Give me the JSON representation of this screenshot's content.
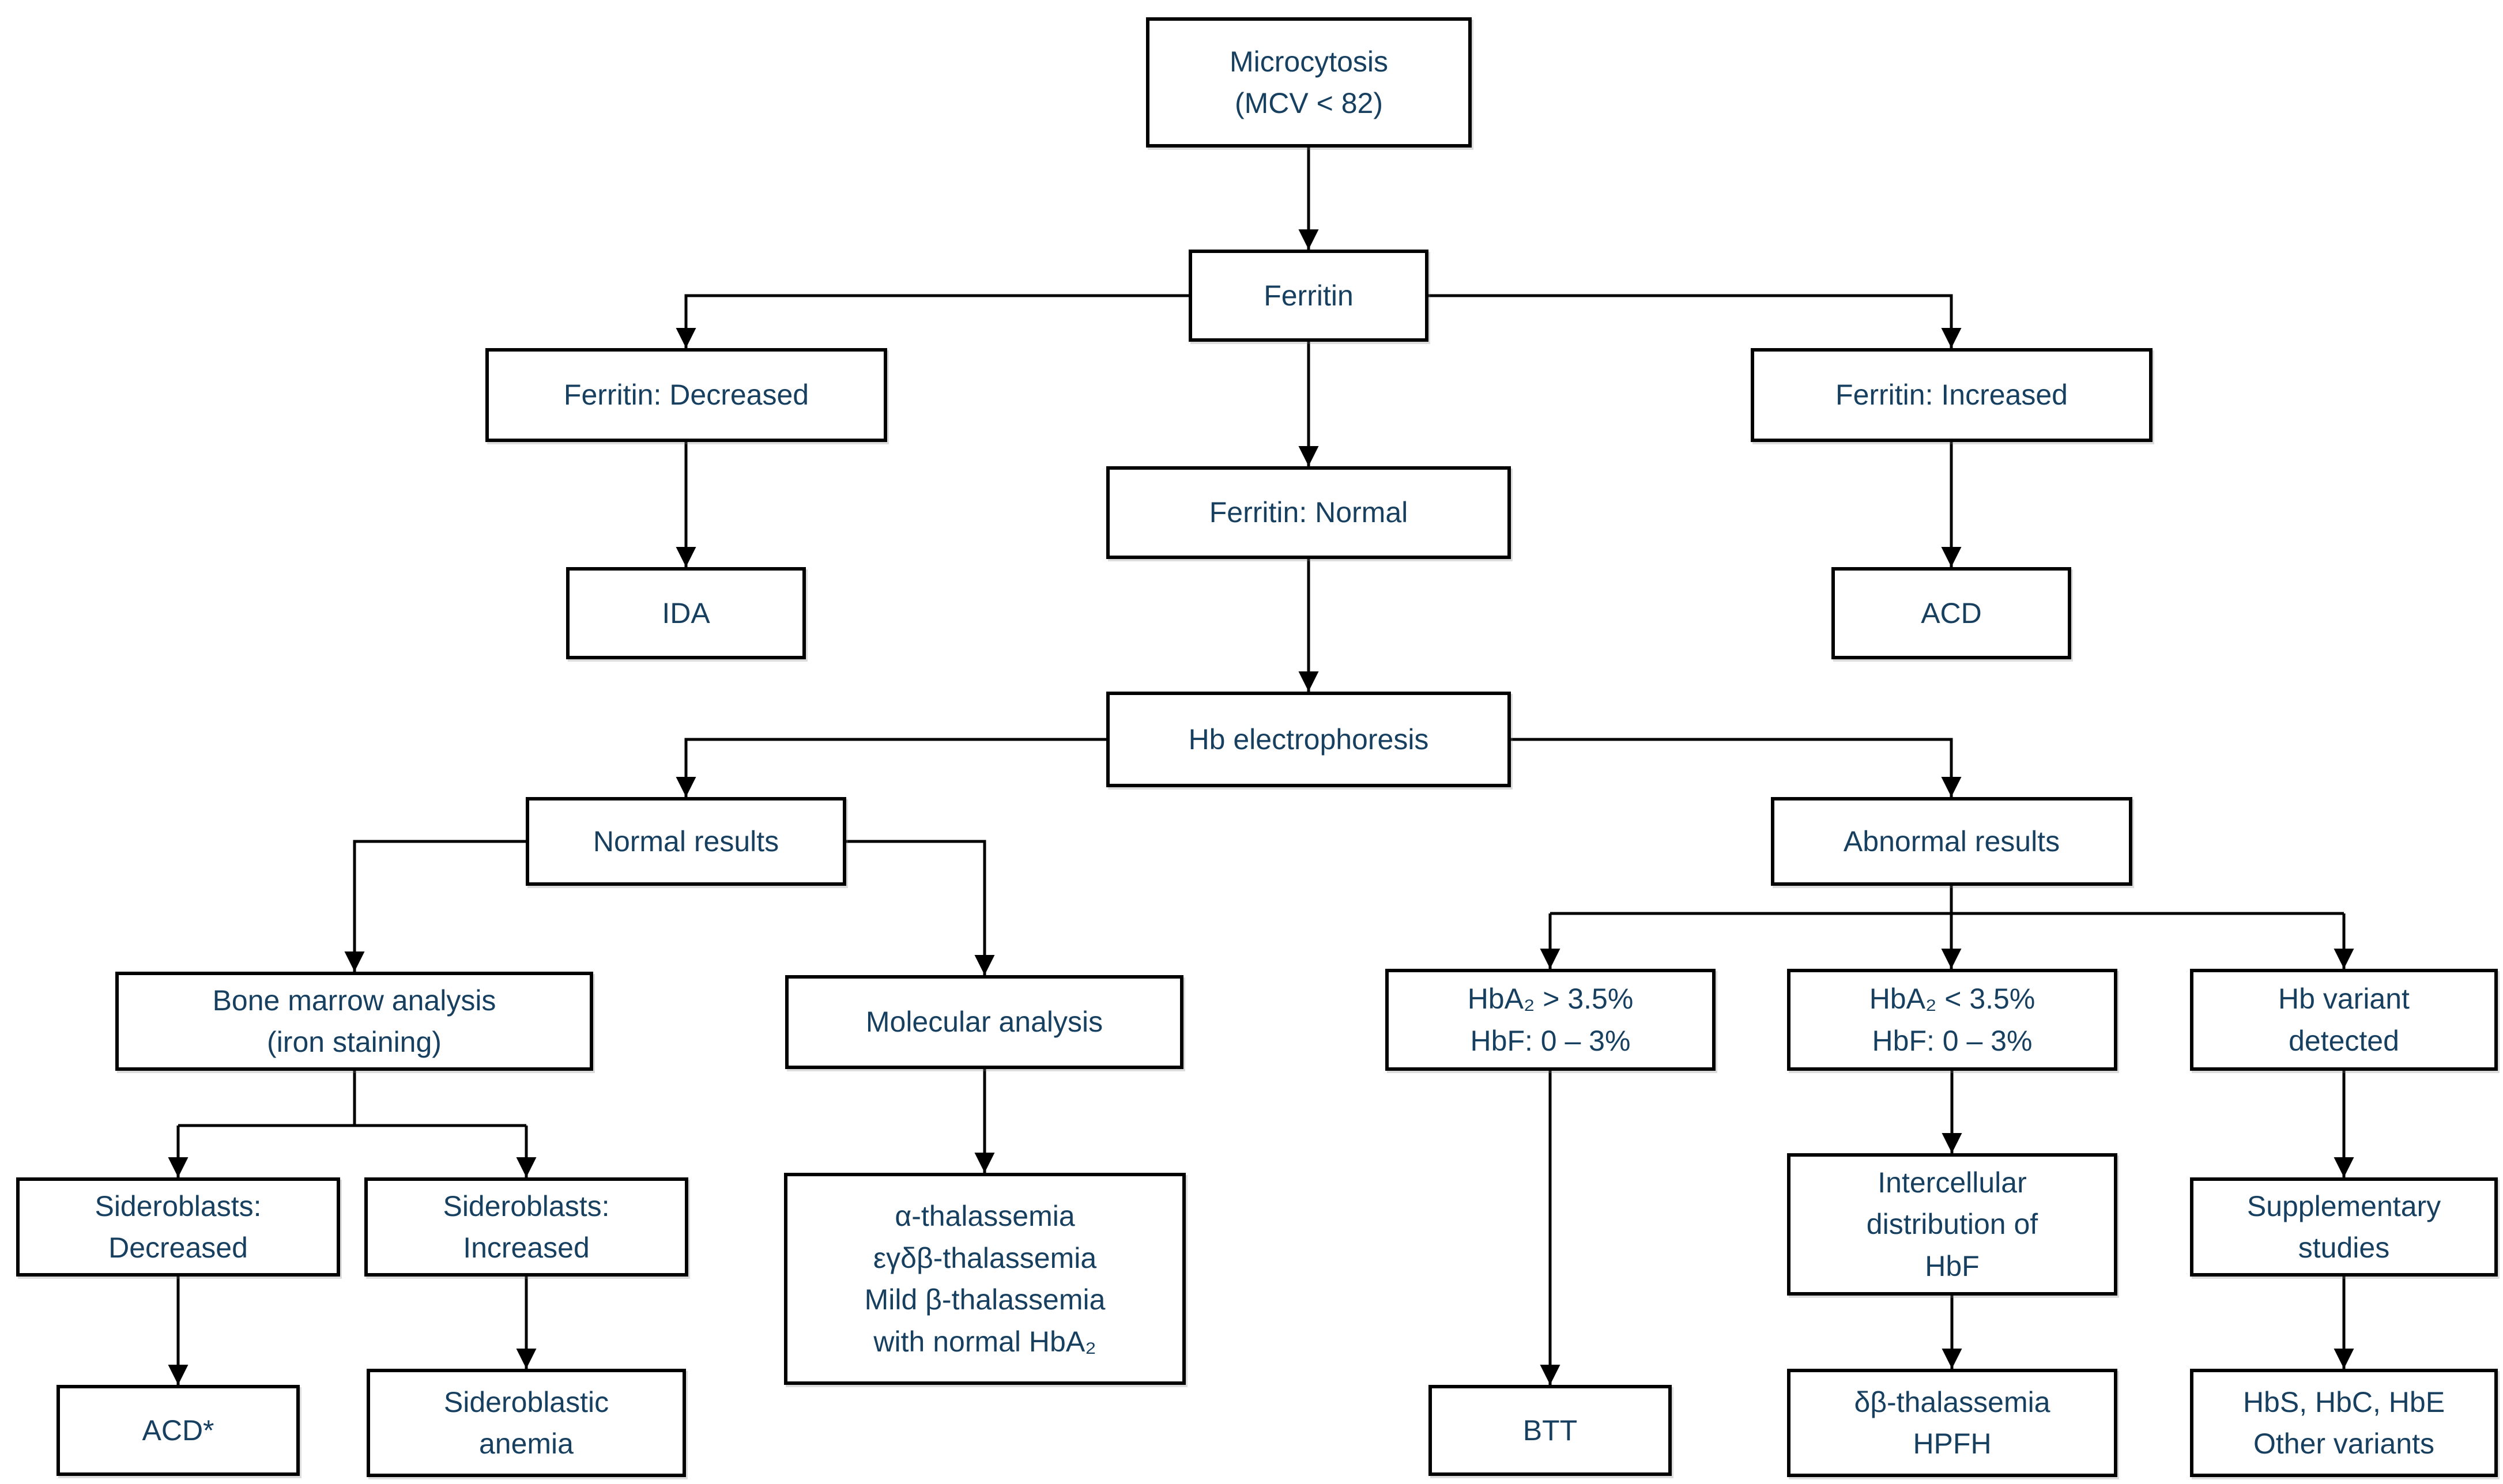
{
  "diagram": {
    "type": "flowchart",
    "colors": {
      "text_color": "#173f5f",
      "border_color": "#000000",
      "background": "#ffffff",
      "connector_color": "#000000"
    },
    "nodes": [
      {
        "id": "microcytosis",
        "label": "Microcytosis\n(MCV < 82)"
      },
      {
        "id": "ferritin",
        "label": "Ferritin"
      },
      {
        "id": "ferritin-decreased",
        "label": "Ferritin: Decreased"
      },
      {
        "id": "ferritin-increased",
        "label": "Ferritin: Increased"
      },
      {
        "id": "ferritin-normal",
        "label": "Ferritin: Normal"
      },
      {
        "id": "ida",
        "label": "IDA"
      },
      {
        "id": "acd",
        "label": "ACD"
      },
      {
        "id": "hb-electrophoresis",
        "label": "Hb electrophoresis"
      },
      {
        "id": "normal-results",
        "label": "Normal results"
      },
      {
        "id": "abnormal-results",
        "label": "Abnormal results"
      },
      {
        "id": "bone-marrow-analysis",
        "label": "Bone marrow analysis\n(iron staining)"
      },
      {
        "id": "molecular-analysis",
        "label": "Molecular analysis"
      },
      {
        "id": "hba2-high",
        "label": "HbA₂ > 3.5%\nHbF: 0 – 3%"
      },
      {
        "id": "hba2-low",
        "label": "HbA₂ < 3.5%\nHbF: 0 – 3%"
      },
      {
        "id": "hb-variant-detected",
        "label": "Hb variant\ndetected"
      },
      {
        "id": "sideroblasts-decreased",
        "label": "Sideroblasts:\nDecreased"
      },
      {
        "id": "sideroblasts-increased",
        "label": "Sideroblasts:\nIncreased"
      },
      {
        "id": "molecular-results",
        "label": "α-thalassemia\nεγδβ-thalassemia\nMild β-thalassemia\nwith normal HbA₂"
      },
      {
        "id": "intercellular-distribution",
        "label": "Intercellular\ndistribution of\nHbF"
      },
      {
        "id": "supplementary-studies",
        "label": "Supplementary\nstudies"
      },
      {
        "id": "acd-star",
        "label": "ACD*"
      },
      {
        "id": "sideroblastic-anemia",
        "label": "Sideroblastic\nanemia"
      },
      {
        "id": "btt",
        "label": "BTT"
      },
      {
        "id": "delta-beta-thalassemia-hpfh",
        "label": "δβ-thalassemia\nHPFH"
      },
      {
        "id": "hbs-hbc-hbe",
        "label": "HbS, HbC, HbE\nOther variants"
      }
    ],
    "edges": [
      {
        "from": "microcytosis",
        "to": "ferritin"
      },
      {
        "from": "ferritin",
        "to": "ferritin-decreased"
      },
      {
        "from": "ferritin",
        "to": "ferritin-normal"
      },
      {
        "from": "ferritin",
        "to": "ferritin-increased"
      },
      {
        "from": "ferritin-decreased",
        "to": "ida"
      },
      {
        "from": "ferritin-increased",
        "to": "acd"
      },
      {
        "from": "ferritin-normal",
        "to": "hb-electrophoresis"
      },
      {
        "from": "hb-electrophoresis",
        "to": "normal-results"
      },
      {
        "from": "hb-electrophoresis",
        "to": "abnormal-results"
      },
      {
        "from": "normal-results",
        "to": "bone-marrow-analysis"
      },
      {
        "from": "normal-results",
        "to": "molecular-analysis"
      },
      {
        "from": "bone-marrow-analysis",
        "to": "sideroblasts-decreased"
      },
      {
        "from": "bone-marrow-analysis",
        "to": "sideroblasts-increased"
      },
      {
        "from": "sideroblasts-decreased",
        "to": "acd-star"
      },
      {
        "from": "sideroblasts-increased",
        "to": "sideroblastic-anemia"
      },
      {
        "from": "molecular-analysis",
        "to": "molecular-results"
      },
      {
        "from": "abnormal-results",
        "to": "hba2-high"
      },
      {
        "from": "abnormal-results",
        "to": "hba2-low"
      },
      {
        "from": "abnormal-results",
        "to": "hb-variant-detected"
      },
      {
        "from": "hba2-high",
        "to": "btt"
      },
      {
        "from": "hba2-low",
        "to": "intercellular-distribution"
      },
      {
        "from": "intercellular-distribution",
        "to": "delta-beta-thalassemia-hpfh"
      },
      {
        "from": "hb-variant-detected",
        "to": "supplementary-studies"
      },
      {
        "from": "supplementary-studies",
        "to": "hbs-hbc-hbe"
      }
    ]
  }
}
